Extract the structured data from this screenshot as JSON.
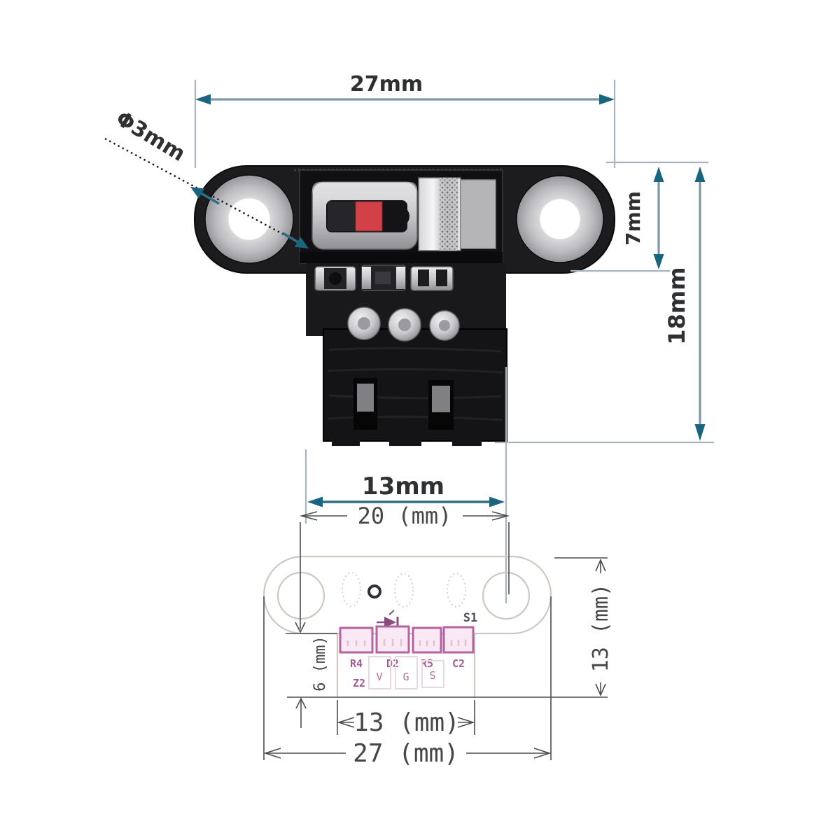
{
  "colors": {
    "dim-teal-line": "#7d98a6",
    "dim-teal-strong": "#2d6f84",
    "dim-arrow": "#1b6480",
    "ext-line": "#a6b5bd",
    "dim-text": "#2e3032",
    "cad-line": "#4d4d4d",
    "cad-text": "#474747",
    "outline-light": "#cfc7c2",
    "outline-dot": "#d8d0cb",
    "pink-border": "#b4639e",
    "pink-fill": "#f8e9f4",
    "pink-tick": "#e3bfd8",
    "pink-text": "#a85c96",
    "pad-box": "#e8d8e4",
    "pad-text": "#b06fa2",
    "dark-label": "#55505a",
    "diode-pink": "#8b4a7e",
    "pcb-black": "#1c1c1e",
    "red-button": "#d24048"
  },
  "top_view": {
    "width_label": "27mm",
    "hole_label": "Φ3mm",
    "plate_height_label": "7mm",
    "total_height_label": "18mm",
    "terminal_width_label": "13mm"
  },
  "bottom_view": {
    "hole_spacing_label": "20 (mm)",
    "tab_height_label": "6 (mm)",
    "tab_width_label": "13 (mm)",
    "board_height_label": "13 (mm)",
    "board_width_label": "27 (mm)",
    "switch_ref": "S1",
    "component_refs": [
      "R4",
      "D2",
      "R5",
      "C2"
    ],
    "zener_ref": "Z2",
    "pin_labels": [
      "V",
      "G",
      "S"
    ]
  }
}
